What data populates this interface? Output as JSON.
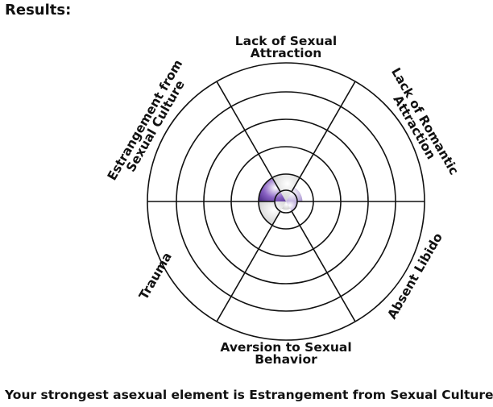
{
  "heading": "Results:",
  "result_text": "Your strongest asexual element is Estrangement from Sexual Culture.",
  "colors": {
    "grid": "#111111",
    "highlight": "#6a3aa8",
    "highlight_light": "#b9a6d8",
    "neutral": "#cfcfcf"
  },
  "chart_data": {
    "type": "polar-area",
    "title": "",
    "rings": 5,
    "max_value": 5,
    "categories": [
      "Lack of Sexual Attraction",
      "Lack of Romantic Attraction",
      "Absent Libido",
      "Aversion to Sexual Behavior",
      "Trauma",
      "Estrangement from Sexual Culture"
    ],
    "values": [
      1,
      0.6,
      0.4,
      0.3,
      1,
      1
    ],
    "highlighted_category": "Estrangement from Sexual Culture",
    "label_lines": [
      [
        "Lack of Sexual",
        "Attraction"
      ],
      [
        "Lack of Romantic",
        "Attraction"
      ],
      [
        "Absent Libido"
      ],
      [
        "Aversion to Sexual",
        "Behavior"
      ],
      [
        "Trauma"
      ],
      [
        "Estrangement from",
        "Sexual Culture"
      ]
    ]
  }
}
